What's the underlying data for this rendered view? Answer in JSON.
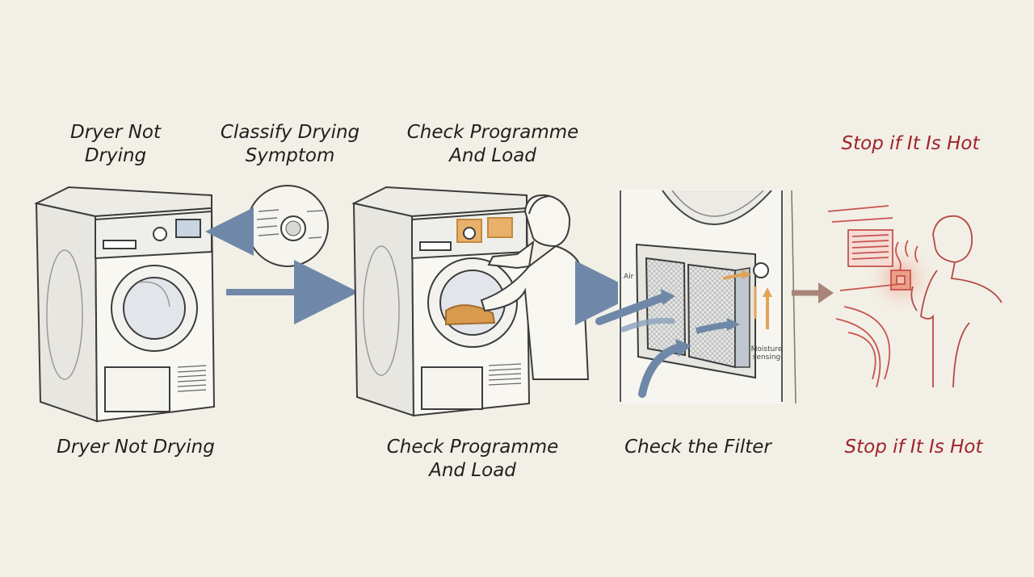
{
  "steps": [
    {
      "top_label_line1": "Dryer Not",
      "top_label_line2": "Drying",
      "bottom_label": "Dryer Not Drying"
    },
    {
      "top_label_line1": "Classify Drying",
      "top_label_line2": "Symptom"
    },
    {
      "top_label_line1": "Check Programme",
      "top_label_line2": "And Load",
      "bottom_label_line1": "Check Programme",
      "bottom_label_line2": "And Load"
    },
    {
      "bottom_label": "Check the Filter",
      "annotation_air": "Air",
      "annotation_moisture_line1": "Moisture",
      "annotation_moisture_line2": "sensing"
    },
    {
      "top_label": "Stop if It Is Hot",
      "bottom_label": "Stop if It Is Hot"
    }
  ],
  "colors": {
    "background": "#f2efe6",
    "arrow_blue": "#6f88a8",
    "warning_red": "#a0232b",
    "highlight_orange": "#e8b06a",
    "hot_arrow": "#a98579"
  },
  "icons": [
    "dryer-icon",
    "control-panel-icon",
    "person-icon",
    "lint-filter-icon",
    "hot-vent-icon"
  ]
}
